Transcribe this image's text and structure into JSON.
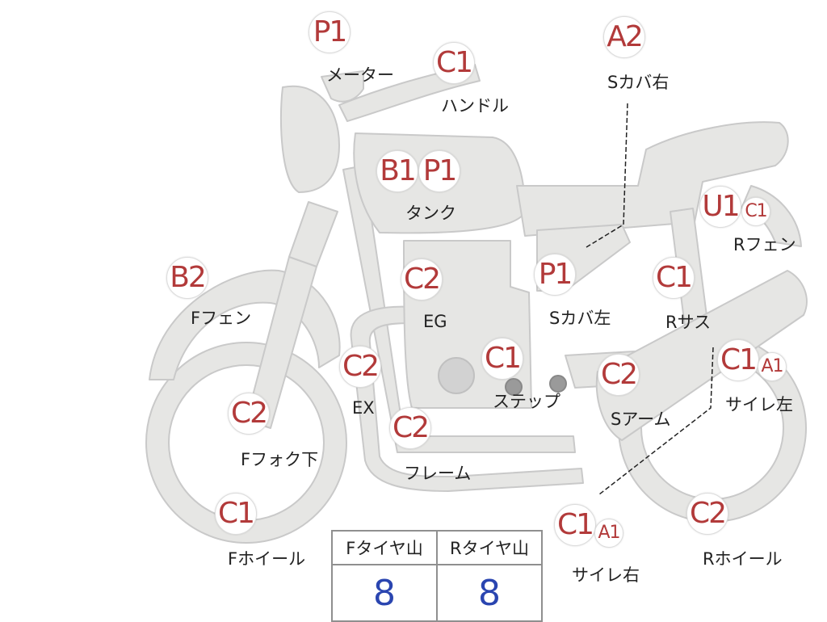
{
  "parts": [
    {
      "id": "meter",
      "label": "メーター",
      "grades": [
        "P1"
      ]
    },
    {
      "id": "handle",
      "label": "ハンドル",
      "grades": [
        "C1"
      ]
    },
    {
      "id": "side-cover-right",
      "label": "Sカバ右",
      "grades": [
        "A2"
      ]
    },
    {
      "id": "tank",
      "label": "タンク",
      "grades": [
        "B1",
        "P1"
      ]
    },
    {
      "id": "rear-fender",
      "label": "Rフェン",
      "grades": [
        "U1",
        "C1"
      ]
    },
    {
      "id": "front-fender",
      "label": "Fフェン",
      "grades": [
        "B2"
      ]
    },
    {
      "id": "engine",
      "label": "EG",
      "grades": [
        "C2"
      ]
    },
    {
      "id": "side-cover-left",
      "label": "Sカバ左",
      "grades": [
        "P1"
      ]
    },
    {
      "id": "rear-suspension",
      "label": "Rサス",
      "grades": [
        "C1"
      ]
    },
    {
      "id": "exhaust",
      "label": "EX",
      "grades": [
        "C2"
      ]
    },
    {
      "id": "step",
      "label": "ステップ",
      "grades": [
        "C1"
      ]
    },
    {
      "id": "swing-arm",
      "label": "Sアーム",
      "grades": [
        "C2"
      ]
    },
    {
      "id": "muffler-left",
      "label": "サイレ左",
      "grades": [
        "C1",
        "A1"
      ]
    },
    {
      "id": "front-fork-lower",
      "label": "Fフォク下",
      "grades": [
        "C2"
      ]
    },
    {
      "id": "frame",
      "label": "フレーム",
      "grades": [
        "C2"
      ]
    },
    {
      "id": "front-wheel",
      "label": "Fホイール",
      "grades": [
        "C1"
      ]
    },
    {
      "id": "muffler-right",
      "label": "サイレ右",
      "grades": [
        "C1",
        "A1"
      ]
    },
    {
      "id": "rear-wheel",
      "label": "Rホイール",
      "grades": [
        "C2"
      ]
    }
  ],
  "tire_tread": {
    "front_header": "Fタイヤ山",
    "rear_header": "Rタイヤ山",
    "front_value": "8",
    "rear_value": "8"
  },
  "colors": {
    "grade_text": "#b23a3a",
    "tread_value": "#2a45b0",
    "bike_fill": "#e6e6e4",
    "bike_stroke": "#c9c9c9"
  }
}
